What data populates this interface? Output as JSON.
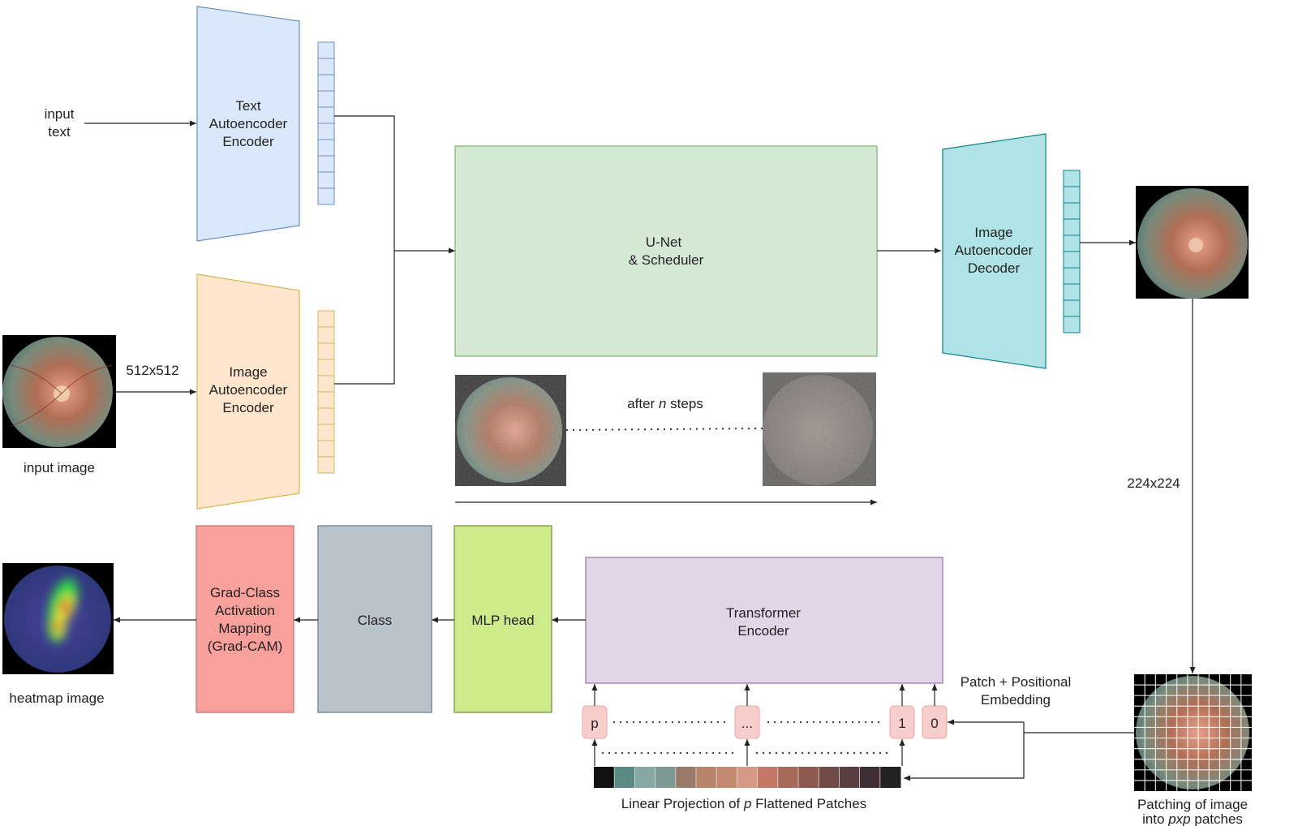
{
  "inputs": {
    "text_line1": "input",
    "text_line2": "text",
    "image_caption": "input image",
    "image_size": "512x512"
  },
  "encoders": {
    "text": [
      "Text",
      "Autoencoder",
      "Encoder"
    ],
    "image": [
      "Image",
      "Autoencoder",
      "Encoder"
    ]
  },
  "unet": [
    "U-Net",
    "& Scheduler"
  ],
  "diffusion": {
    "steps_prefix": "after ",
    "steps_var": "n",
    "steps_suffix": " steps"
  },
  "decoder": [
    "Image",
    "Autoencoder",
    "Decoder"
  ],
  "resize_label": "224x224",
  "patching": {
    "line1": "Patching of image",
    "line2_prefix": "into ",
    "line2_var": "pxp",
    "line2_suffix": " patches"
  },
  "embedding": [
    "Patch + Positional",
    "Embedding"
  ],
  "tokens": [
    "p",
    "...",
    "1",
    "0"
  ],
  "transformer": [
    "Transformer",
    "Encoder"
  ],
  "projection": {
    "prefix": "Linear Projection of ",
    "var": "p",
    "suffix": " Flattened Patches"
  },
  "mlp_head": "MLP head",
  "class_label": "Class",
  "gradcam": [
    "Grad-Class",
    "Activation",
    "Mapping",
    "(Grad-CAM)"
  ],
  "heatmap_caption": "heatmap image",
  "colors": {
    "text_encoder": "#dae8fc",
    "image_encoder": "#ffe6cc",
    "unet": "#d5e8d4",
    "decoder": "#b0e3e6",
    "transformer": "#e1d5e7",
    "mlp": "#cdeb8b",
    "class": "#b9c3cc",
    "gradcam": "#f8a09c",
    "token": "#f8cecc"
  }
}
